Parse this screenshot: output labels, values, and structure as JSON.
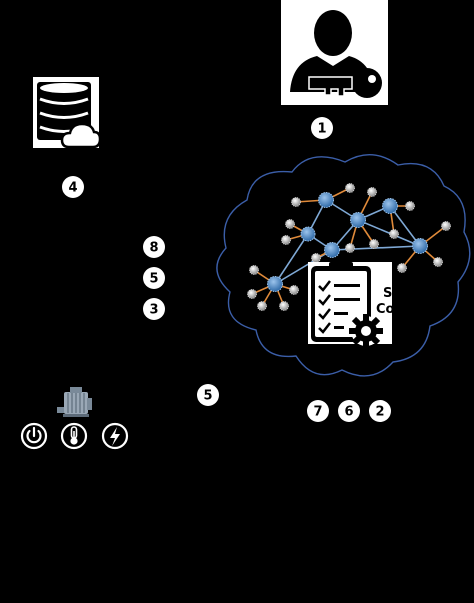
{
  "colors": {
    "background": "#000000",
    "badge_fill": "#ffffff",
    "cloud_stroke": "#3b5ea8",
    "node_fill": "#4a86c5",
    "link_orange": "#e08a3a",
    "link_blue": "#7fa9d6",
    "panel": "#ffffff"
  },
  "icons": {
    "user": "user-key-icon",
    "database": "database-cloud-icon",
    "contract": "checklist-gear-icon",
    "motor": "motor-icon",
    "power": "power-icon",
    "temperature": "thermometer-icon",
    "energy": "lightning-icon"
  },
  "badges": {
    "user": "1",
    "database": "4",
    "left_top": "8",
    "left_mid": "5",
    "left_bottom": "3",
    "center": "5",
    "bottom_1": "7",
    "bottom_2": "6",
    "bottom_3": "2"
  },
  "contract_label": {
    "line1": "S",
    "line2": "Co"
  }
}
